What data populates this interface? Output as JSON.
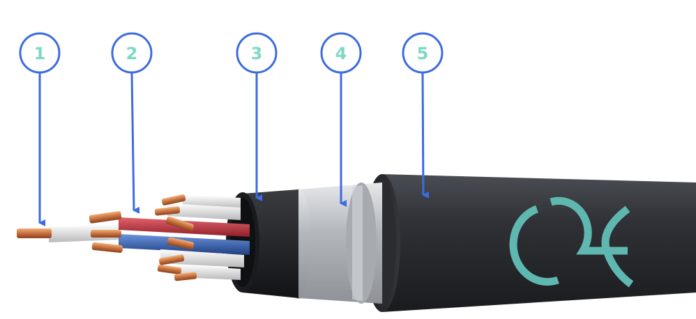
{
  "colors": {
    "callout_ring": "#3d6be0",
    "callout_number": "#7ed9c3",
    "arrow": "#3d6be0",
    "jacket": "#2b2d31",
    "armor": "#b9bcc0",
    "inner_sheath": "#1c1d20",
    "copper": "#c8703d",
    "insulation_white": "#e9e9ea",
    "insulation_red": "#c33a45",
    "insulation_blue": "#2f5fb0",
    "logo": "#5fb8b0"
  },
  "callouts": [
    {
      "label": "1",
      "points_to": "copper-conductor"
    },
    {
      "label": "2",
      "points_to": "core-insulation"
    },
    {
      "label": "3",
      "points_to": "inner-sheath"
    },
    {
      "label": "4",
      "points_to": "steel-tape-armor"
    },
    {
      "label": "5",
      "points_to": "outer-jacket"
    }
  ],
  "logo_icon": "brand-logo-icon"
}
